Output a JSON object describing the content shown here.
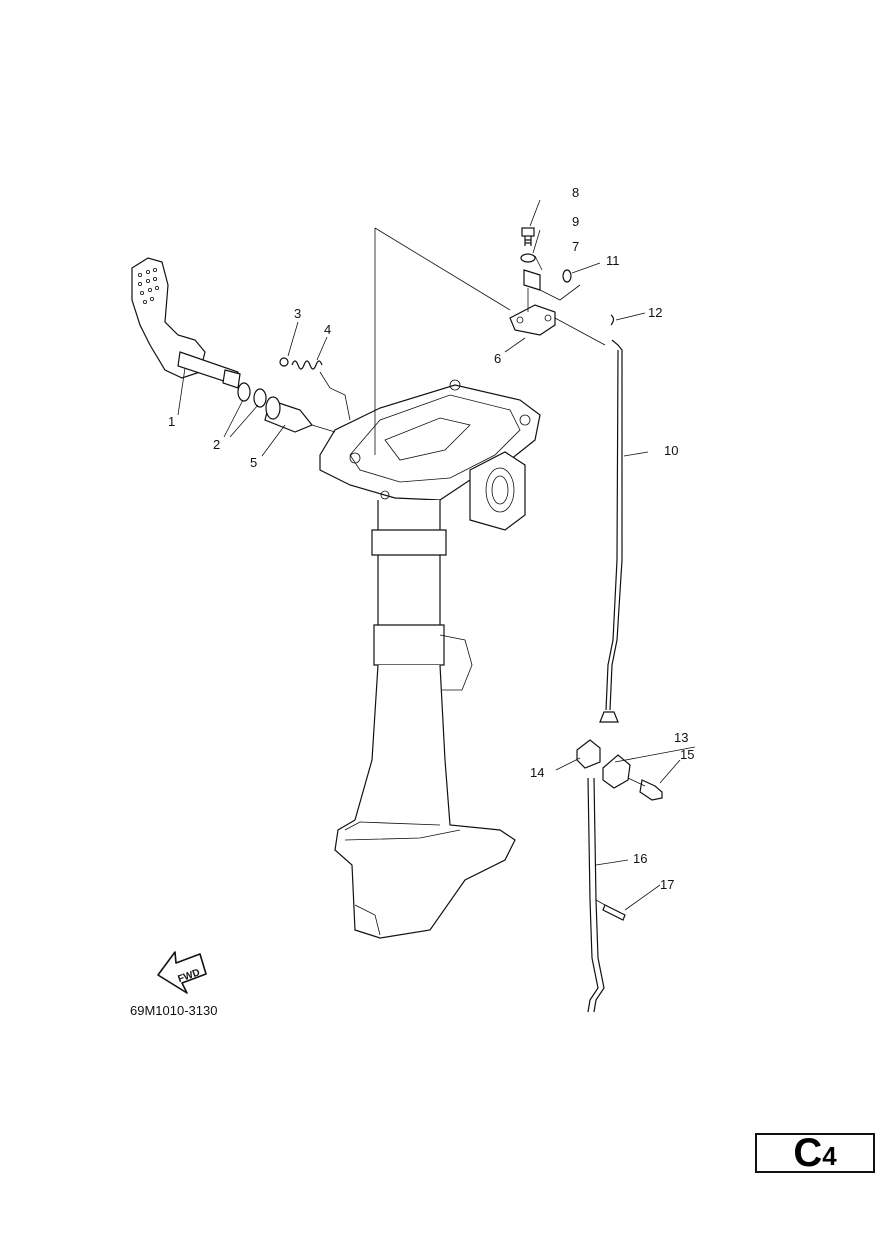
{
  "diagram": {
    "reference_code": "69M1010-3130",
    "fwd_label": "FWD",
    "callouts": [
      "1",
      "2",
      "3",
      "4",
      "5",
      "6",
      "7",
      "8",
      "9",
      "10",
      "11",
      "12",
      "13",
      "14",
      "15",
      "16",
      "17"
    ]
  },
  "page_tag": {
    "letter": "C",
    "number": "4"
  }
}
